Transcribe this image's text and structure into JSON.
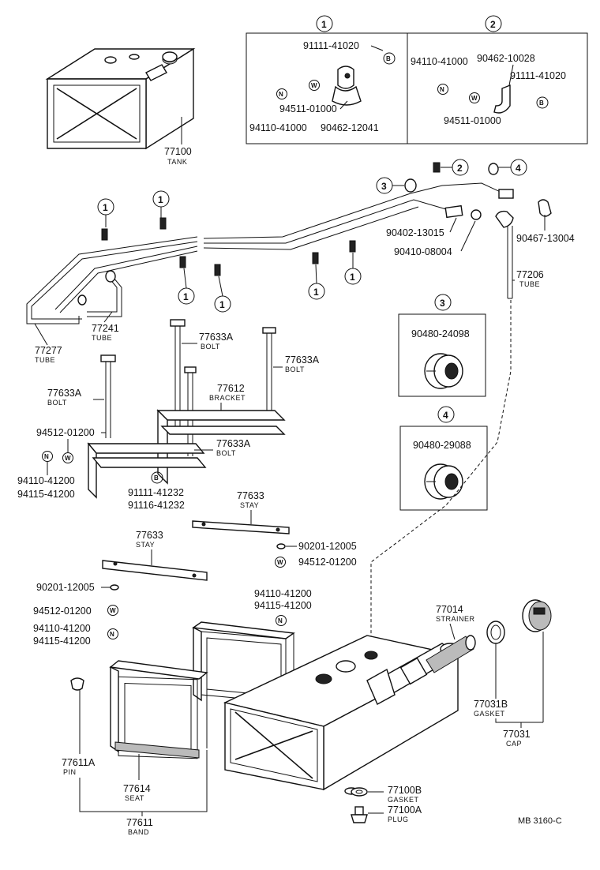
{
  "callouts": {
    "c1": "1",
    "c2": "2",
    "c3": "3",
    "c4": "4"
  },
  "badges": {
    "n": "N",
    "w": "W",
    "b": "B"
  },
  "inset1": {
    "p_91111_41020": "91111-41020",
    "p_94511_01000": "94511-01000",
    "p_94110_41000": "94110-41000",
    "p_90462_12041": "90462-12041"
  },
  "inset2": {
    "p_94110_41000": "94110-41000",
    "p_90462_10028": "90462-10028",
    "p_91111_41020": "91111-41020",
    "p_94511_01000": "94511-01000"
  },
  "inset3": {
    "part": "90480-24098"
  },
  "inset4": {
    "part": "90480-29088"
  },
  "parts": {
    "tank_top": {
      "num": "77100",
      "name": "TANK"
    },
    "p_90402_13015": "90402-13015",
    "p_90467_13004": "90467-13004",
    "p_90410_08004": "90410-08004",
    "tube_77206": {
      "num": "77206",
      "name": "TUBE"
    },
    "tube_77241": {
      "num": "77241",
      "name": "TUBE"
    },
    "tube_77277": {
      "num": "77277",
      "name": "TUBE"
    },
    "bolt_a": {
      "num": "77633A",
      "name": "BOLT"
    },
    "bolt_b": {
      "num": "77633A",
      "name": "BOLT"
    },
    "bolt_c": {
      "num": "77633A",
      "name": "BOLT"
    },
    "bolt_d": {
      "num": "77633A",
      "name": "BOLT"
    },
    "bracket": {
      "num": "77612",
      "name": "BRACKET"
    },
    "p_94512_01200_left": "94512-01200",
    "p_94110_41200_left": "94110-41200",
    "p_94115_41200_left": "94115-41200",
    "p_91111_41232": "91111-41232",
    "p_91116_41232": "91116-41232",
    "stay_right": {
      "num": "77633",
      "name": "STAY"
    },
    "stay_left": {
      "num": "77633",
      "name": "STAY"
    },
    "p_90201_12005_right": "90201-12005",
    "p_94512_01200_right": "94512-01200",
    "p_90201_12005_left": "90201-12005",
    "p_94512_01200_low": "94512-01200",
    "p_94110_41200_low": "94110-41200",
    "p_94115_41200_low": "94115-41200",
    "p_94110_41200_mid": "94110-41200",
    "p_94115_41200_mid": "94115-41200",
    "strainer": {
      "num": "77014",
      "name": "STRAINER"
    },
    "gasket_77031b": {
      "num": "77031B",
      "name": "GASKET"
    },
    "cap": {
      "num": "77031",
      "name": "CAP"
    },
    "pin": {
      "num": "77611A",
      "name": "PIN"
    },
    "seat": {
      "num": "77614",
      "name": "SEAT"
    },
    "band": {
      "num": "77611",
      "name": "BAND"
    },
    "gasket_77100b": {
      "num": "77100B",
      "name": "GASKET"
    },
    "plug": {
      "num": "77100A",
      "name": "PLUG"
    }
  },
  "footer": {
    "code": "MB  3160-C"
  }
}
